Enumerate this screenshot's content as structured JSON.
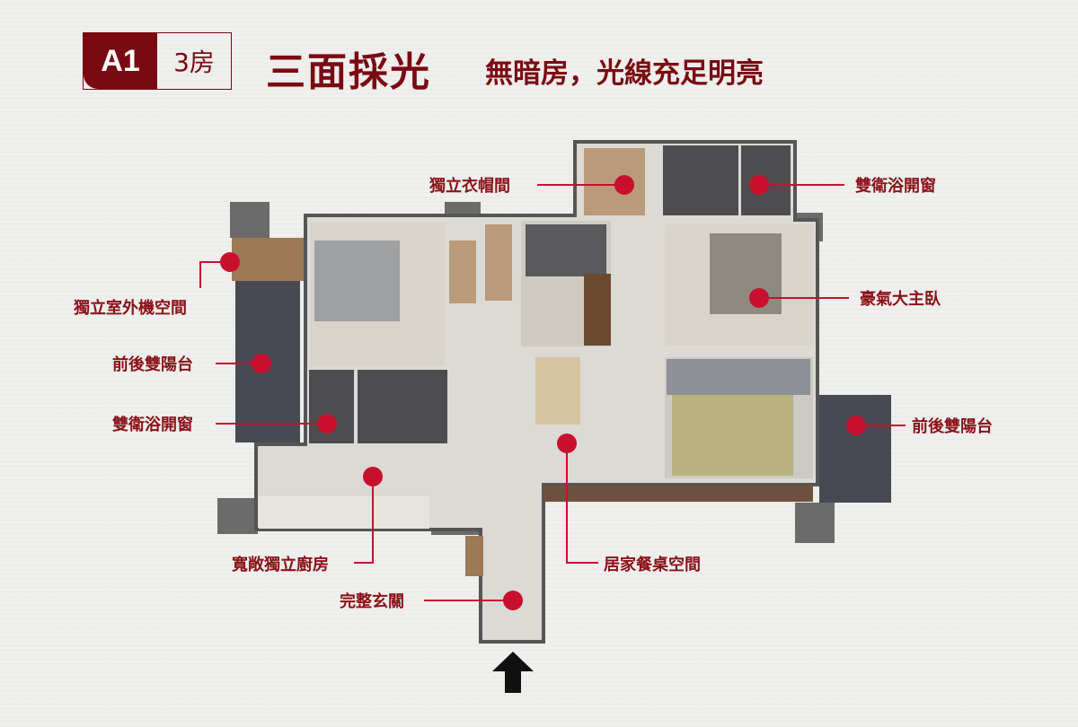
{
  "header": {
    "unit": "A1",
    "rooms": "3房",
    "title": "三面採光",
    "subtitle": "無暗房，光線充足明亮"
  },
  "labels": {
    "walk_in_closet": "獨立衣帽間",
    "bath_window_right": "雙衛浴開窗",
    "outdoor_unit": "獨立室外機空間",
    "master_bedroom": "豪氣大主臥",
    "balcony_left": "前後雙陽台",
    "bath_window_left": "雙衛浴開窗",
    "balcony_right": "前後雙陽台",
    "kitchen": "寬敞獨立廚房",
    "dining": "居家餐桌空間",
    "entrance": "完整玄關"
  },
  "colors": {
    "brand": "#7a0a12",
    "marker": "#c8102e"
  }
}
